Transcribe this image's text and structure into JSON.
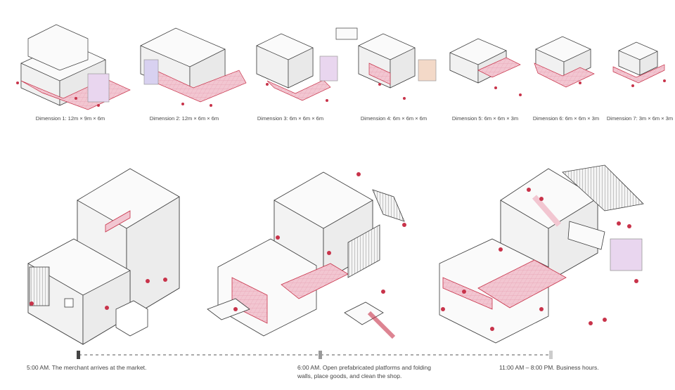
{
  "dimensions": [
    {
      "label": "Dimension 1: 12m × 9m × 6m"
    },
    {
      "label": "Dimension 2: 12m × 6m × 6m"
    },
    {
      "label": "Dimension 3: 6m × 6m × 6m"
    },
    {
      "label": "Dimension 4: 6m × 6m × 6m"
    },
    {
      "label": "Dimension 5: 6m × 6m × 3m"
    },
    {
      "label": "Dimension 6: 6m × 6m × 3m"
    },
    {
      "label": "Dimension 7: 3m × 6m × 3m"
    }
  ],
  "timeline": {
    "steps": [
      {
        "label": "5:00 AM. The merchant arrives at the market."
      },
      {
        "label": "6:00 AM. Open prefabricated platforms and folding walls, place goods, and clean the shop."
      },
      {
        "label": "11:00 AM – 8:00 PM. Business hours."
      }
    ]
  },
  "colors": {
    "line": "#3a3a3a",
    "accent": "#e8a3b4",
    "accent_dark": "#c8334a",
    "wall": "#f7f7f7",
    "timeline": "#555555"
  }
}
